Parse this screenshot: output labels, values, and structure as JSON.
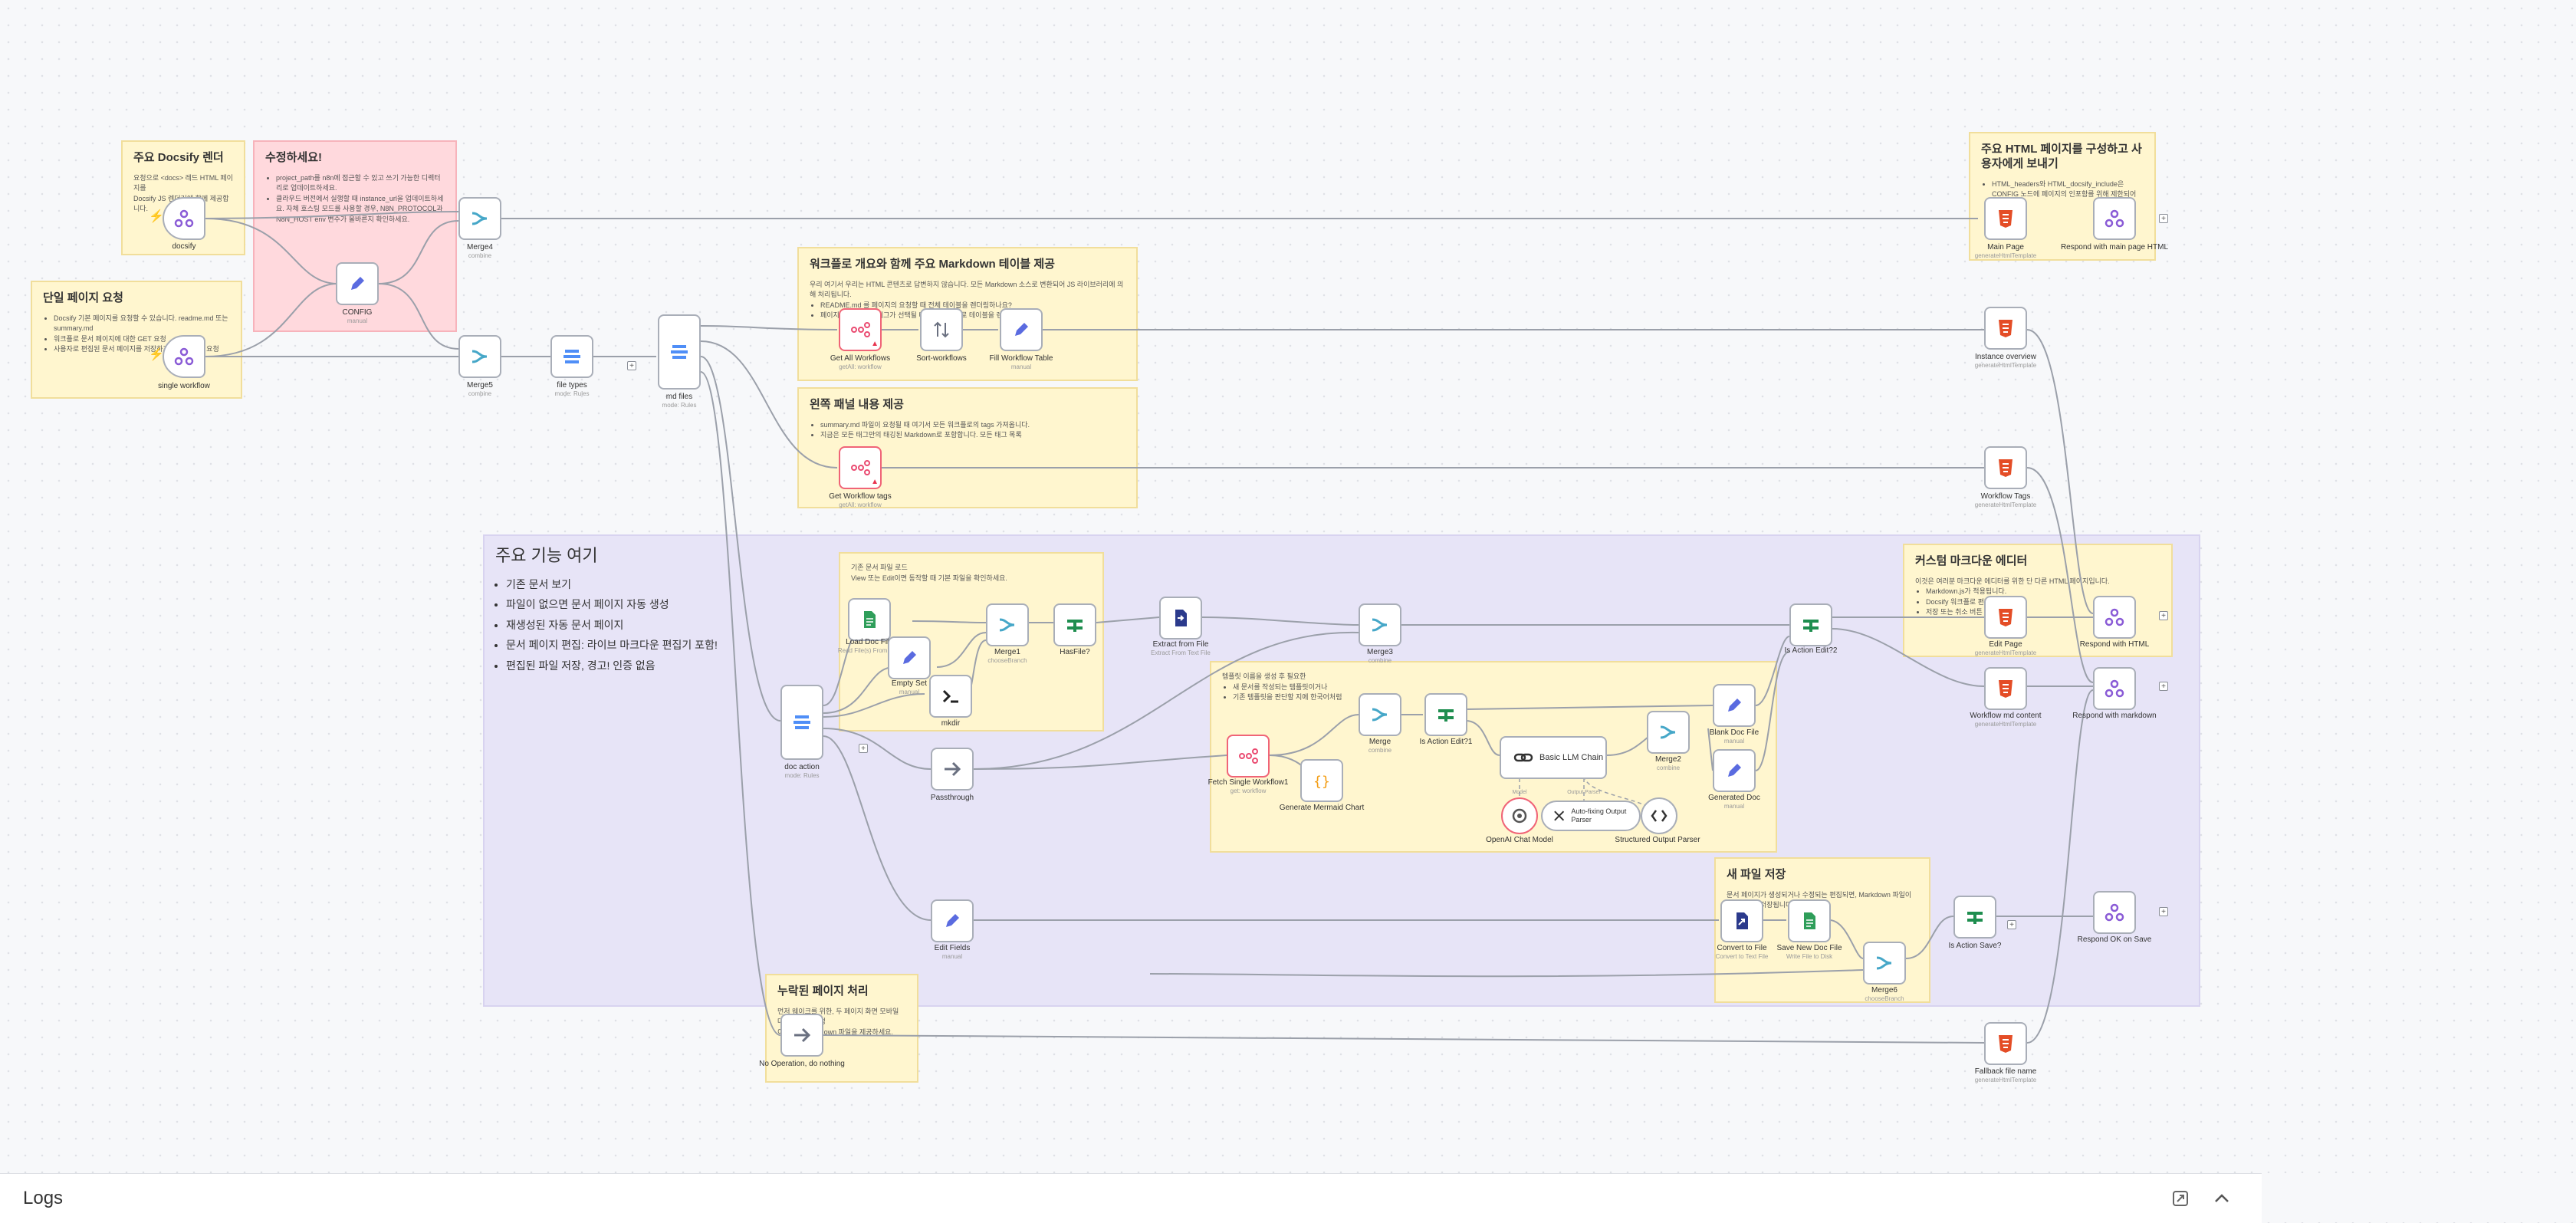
{
  "notes": {
    "docsify": {
      "title": "주요 Docsify 렌더",
      "lines": [
        "요청으로 <docs> 레드 HTML 페이지를",
        "Docsify JS 렌더러에 함께 제공합니다."
      ]
    },
    "fix": {
      "title": "수정하세요!",
      "lines": [
        "project_path를 n8n에 접근할 수 있고 쓰기 가능한 디렉터리로 업데이트하세요.",
        "클라우드 버전에서 실행할 때 instance_url을 업데이트하세요. 자체 호스팅 모드를 사용할 경우, N8N_PROTOCOL과 N8N_HOST env 변수가 올바른지 확인하세요."
      ]
    },
    "single": {
      "title": "단일 페이지 요청",
      "lines": [
        "Docsify 기본 페이지를 요청할 수 있습니다. readme.md 또는 summary.md",
        "워크플로 문서 페이지에 대한 GET 요청",
        "사용자로 편집된 문서 페이지를 저장하기 위한 POST 요청"
      ]
    },
    "workflows": {
      "title": "워크플로 개요와 함께 주요 Markdown 테이블 제공",
      "lines": [
        "우리 여기서 우리는 HTML 콘텐츠로 답변하지 않습니다. 모든 Markdown 소스로 변환되어 JS 라이브러리에 의해 처리됩니다.",
        "README.md 를 페이지의 요청할 때 전체 테이블을 렌더링하나요?",
        "페이지에 대한 워크 테그가 선택될 때 이전 단일으로 테이블을 렌더링하나요?"
      ]
    },
    "sidebar": {
      "title": "왼쪽 패널 내용 제공",
      "lines": [
        "summary.md 파일이 요청될 때 여기서 모든 워크플로의 tags 가져옵니다.",
        "지금은 모든 태그만의 태깅된 Markdown로 포함합니다. 모든 태그 목록"
      ]
    },
    "main": {
      "title": "주요 기능 여기",
      "items": [
        "기존 문서 보기",
        "파일이 없으면 문서 페이지 자동 생성",
        "재생성된 자동 문서 페이지",
        "문서 페이지 편집: 라이브 마크다운 편집기 포함!",
        "편집된 파일 저장, 경고! 인증 없음"
      ]
    },
    "doc_exists": {
      "lines": [
        "기존 문서 파일 로드",
        "View 또는 Edit이면 동작할 때 기본 파일을 확인하세요."
      ]
    },
    "generate": {
      "lines": [
        "템플릿 이름을 생성 후 필요한",
        "새 문서를 작성되는 템플릿이거나",
        "기존 템플릿을 판단할 지에 한국어처럼"
      ]
    },
    "editor": {
      "title": "커스텀 마크다운 에디터",
      "lines": [
        "이것은 여러분 마크다운 에디터를 위한 단 다른 HTML 페이지입니다.",
        "Markdown.js가 적용됩니다.",
        "Docsify 워크플로 편집 시",
        "저장 또는 취소 버튼"
      ]
    },
    "html": {
      "title": "주요 HTML 페이지를 구성하고 사용자에게 보내기",
      "lines": [
        "HTML_headers와 HTML_docsify_include은 CONFIG 노드에 페이지의 인포함를 위해 제한되어 있습니다."
      ]
    },
    "newfile": {
      "title": "새 파일 저장",
      "lines": [
        "문서 페이지가 생성되거나 수정되는 편집되면, Markdown 파일이 디렉터리에 저장됩니다."
      ]
    },
    "missing": {
      "title": "누락된 페이지 처리",
      "lines": [
        "먼저 웨이크를 위한, 두 페이지 화면 모바일 대체 문맥은 특정",
        "이름으로 Markdown 파일을 제공하세요."
      ]
    }
  },
  "nodes": [
    {
      "id": "docsify",
      "label": "docsify",
      "sub": ""
    },
    {
      "id": "single-workflow",
      "label": "single workflow",
      "sub": ""
    },
    {
      "id": "config",
      "label": "CONFIG",
      "sub": "manual"
    },
    {
      "id": "merge4",
      "label": "Merge4",
      "sub": "combine"
    },
    {
      "id": "merge5",
      "label": "Merge5",
      "sub": "combine"
    },
    {
      "id": "file-types",
      "label": "file types",
      "sub": "mode: Rules"
    },
    {
      "id": "md-files",
      "label": "md files",
      "sub": "mode: Rules"
    },
    {
      "id": "get-all-workflows",
      "label": "Get All Workflows",
      "sub": "getAll: workflow"
    },
    {
      "id": "sort-workflows",
      "label": "Sort-workflows",
      "sub": ""
    },
    {
      "id": "fill-workflow-table",
      "label": "Fill Workflow Table",
      "sub": "manual"
    },
    {
      "id": "get-workflow-tags",
      "label": "Get Workflow tags",
      "sub": "getAll: workflow"
    },
    {
      "id": "main-page",
      "label": "Main Page",
      "sub": "generateHtmlTemplate"
    },
    {
      "id": "respond-main-page",
      "label": "Respond with main page HTML",
      "sub": ""
    },
    {
      "id": "instance-overview",
      "label": "Instance overview",
      "sub": "generateHtmlTemplate"
    },
    {
      "id": "workflow-tags",
      "label": "Workflow Tags",
      "sub": "generateHtmlTemplate"
    },
    {
      "id": "doc-action",
      "label": "doc action",
      "sub": "mode: Rules"
    },
    {
      "id": "load-doc-file",
      "label": "Load Doc File",
      "sub": "Read File(s) From Disk"
    },
    {
      "id": "empty-set",
      "label": "Empty Set",
      "sub": "manual"
    },
    {
      "id": "mkdir",
      "label": "mkdir",
      "sub": ""
    },
    {
      "id": "merge1",
      "label": "Merge1",
      "sub": "chooseBranch"
    },
    {
      "id": "hasfile",
      "label": "HasFile?",
      "sub": ""
    },
    {
      "id": "extract-from-file",
      "label": "Extract from File",
      "sub": "Extract From Text File"
    },
    {
      "id": "passthrough",
      "label": "Passthrough",
      "sub": ""
    },
    {
      "id": "fetch-single-workflow",
      "label": "Fetch Single Workflow1",
      "sub": "get: workflow"
    },
    {
      "id": "generate-mermaid",
      "label": "Generate Mermaid Chart",
      "sub": ""
    },
    {
      "id": "merge3",
      "label": "Merge3",
      "sub": "combine"
    },
    {
      "id": "merge",
      "label": "Merge",
      "sub": "combine"
    },
    {
      "id": "is-action-edit1",
      "label": "Is Action Edit?1",
      "sub": ""
    },
    {
      "id": "basic-llm-chain",
      "label": "Basic LLM Chain",
      "sub": ""
    },
    {
      "id": "openai-chat-model",
      "label": "OpenAI Chat Model",
      "sub": ""
    },
    {
      "id": "auto-fixing-parser",
      "label": "Auto-fixing Output Parser",
      "sub": ""
    },
    {
      "id": "structured-parser",
      "label": "Structured Output Parser",
      "sub": ""
    },
    {
      "id": "blank-doc-file",
      "label": "Blank Doc File",
      "sub": "manual"
    },
    {
      "id": "merge2",
      "label": "Merge2",
      "sub": "combine"
    },
    {
      "id": "generated-doc",
      "label": "Generated Doc",
      "sub": "manual"
    },
    {
      "id": "is-action-edit2",
      "label": "Is Action Edit?2",
      "sub": ""
    },
    {
      "id": "edit-page",
      "label": "Edit Page",
      "sub": "generateHtmlTemplate"
    },
    {
      "id": "workflow-md-content",
      "label": "Workflow md content",
      "sub": "generateHtmlTemplate"
    },
    {
      "id": "respond-html",
      "label": "Respond with HTML",
      "sub": ""
    },
    {
      "id": "respond-markdown",
      "label": "Respond with markdown",
      "sub": ""
    },
    {
      "id": "edit-fields",
      "label": "Edit Fields",
      "sub": "manual"
    },
    {
      "id": "convert-to-file",
      "label": "Convert to File",
      "sub": "Convert to Text File"
    },
    {
      "id": "save-new-doc-file",
      "label": "Save New Doc File",
      "sub": "Write File to Disk"
    },
    {
      "id": "merge6",
      "label": "Merge6",
      "sub": "chooseBranch"
    },
    {
      "id": "is-action-save",
      "label": "Is Action Save?",
      "sub": ""
    },
    {
      "id": "respond-ok-save",
      "label": "Respond OK on Save",
      "sub": ""
    },
    {
      "id": "no-operation",
      "label": "No Operation, do nothing",
      "sub": ""
    },
    {
      "id": "fallback-file-name",
      "label": "Fallback file name",
      "sub": "generateHtmlTemplate"
    }
  ],
  "ports": {
    "model": "Model",
    "output_parser": "Output Parser",
    "chat_model": "Model"
  },
  "logs": {
    "title": "Logs"
  }
}
